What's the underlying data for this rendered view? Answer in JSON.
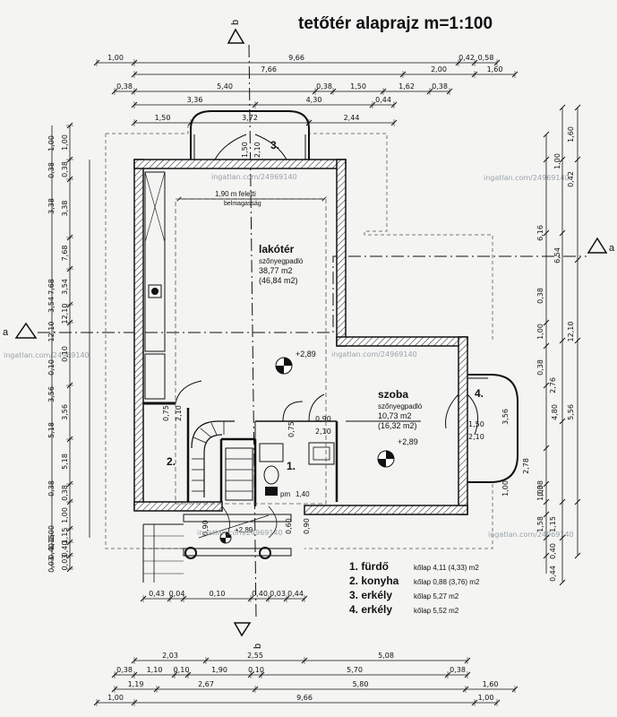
{
  "title": "tetőtér alaprajz m=1:100",
  "section_markers": {
    "b_top": "b",
    "b_bottom": "b",
    "a_left": "a",
    "a_right": "a"
  },
  "rooms": {
    "lakoter": {
      "name": "lakótér",
      "floor": "szőnyegpadló",
      "area": "38,77 m2",
      "area2": "(46,84 m2)",
      "level": "+2,89"
    },
    "szoba": {
      "name": "szoba",
      "floor": "szőnyegpadló",
      "area": "10,73 m2",
      "area2": "(16,32 m2)",
      "level": "+2,89"
    },
    "room1": {
      "num": "1."
    },
    "room2": {
      "num": "2."
    },
    "balcony3": {
      "num": "3."
    },
    "balcony4": {
      "num": "4."
    },
    "entry_level": "+2,89"
  },
  "notes": {
    "height_note_1": "1,90 m feletti",
    "height_note_2": "belmagasság",
    "pm": "pm",
    "pm_height": "1,40"
  },
  "legend": [
    {
      "name": "1. fürdő",
      "detail": "kőlap 4,11 (4,33) m2"
    },
    {
      "name": "2. konyha",
      "detail": "kőlap 0,88 (3,76) m2"
    },
    {
      "name": "3. erkély",
      "detail": "kőlap 5,27 m2"
    },
    {
      "name": "4. erkély",
      "detail": "kőlap 5,52 m2"
    }
  ],
  "watermark": "ingatlan.com/24969140",
  "door_labels": {
    "d1a": "1,50",
    "d1b": "2,10",
    "d2a": "0,75",
    "d2b": "2,10",
    "d3a": "0,75",
    "d3b": "0,90",
    "d3c": "2,10",
    "d4a": "1,50",
    "d4b": "2,10",
    "d5a": "0,90",
    "d5b": "0,60",
    "d5c": "0,90"
  },
  "dims_top": {
    "r1": [
      "1,00",
      "9,66",
      "0,42",
      "0,58"
    ],
    "r2": [
      "7,66",
      "2,00",
      "1,60"
    ],
    "r3": [
      "0,38",
      "5,40",
      "0,38",
      "1,50",
      "1,62",
      "0,38"
    ],
    "r4": [
      "3,36",
      "4,30",
      "0,44"
    ],
    "r5": [
      "1,50",
      "3,72",
      "2,44"
    ]
  },
  "dims_left": [
    "1,00",
    "0,38",
    "3,38",
    "7,68",
    "3,54",
    "12,10",
    "0,10",
    "3,56",
    "5,18",
    "0,38",
    "1,00",
    "1,15",
    "0,40",
    "0,03"
  ],
  "dims_right": [
    "1,60",
    "1,00",
    "0,42",
    "6,54",
    "6,16",
    "0,38",
    "12,10",
    "1,00",
    "0,38",
    "2,76",
    "3,56",
    "4,80",
    "5,56",
    "2,78",
    "0,38",
    "1,00",
    "1,00",
    "1,15",
    "1,58",
    "0,40",
    "0,44"
  ],
  "dims_bottom": {
    "r0": [
      "0,43",
      "0,04",
      "0,10",
      "0,40",
      "0,03",
      "0,44"
    ],
    "r1": [
      "2,03",
      "2,55",
      "5,08"
    ],
    "r2": [
      "0,38",
      "1,10",
      "0,10",
      "1,90",
      "0,10",
      "5,70",
      "0,38"
    ],
    "r3": [
      "1,19",
      "2,67",
      "5,80",
      "1,60"
    ],
    "r4": [
      "1,00",
      "9,66",
      "1,00"
    ]
  }
}
